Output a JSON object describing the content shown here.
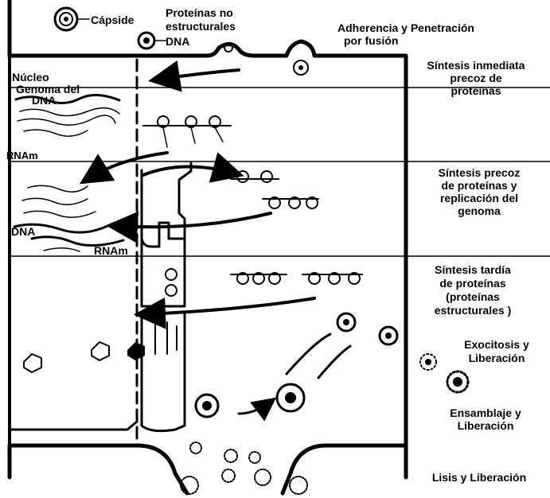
{
  "legend": {
    "capsid_label": "Cápside",
    "nonstructural_line1": "Proteínas no",
    "nonstructural_line2": "estructurales",
    "dna_label": "DNA"
  },
  "stages": {
    "adhesion_line1": "Adherencia y Penetración",
    "adhesion_line2": "por fusión",
    "immediate_line1": "Síntesis inmediata",
    "immediate_line2": "precoz de",
    "immediate_line3": "proteínas",
    "early_line1": "Síntesis precoz",
    "early_line2": "de proteínas y",
    "early_line3": "replicación del",
    "early_line4": "genoma",
    "late_line1": "Síntesis tardía",
    "late_line2": "de proteínas",
    "late_line3": "(proteínas",
    "late_line4": "estructurales )",
    "exocytosis_line1": "Exocitosis y",
    "exocytosis_line2": "Liberación",
    "assembly_line1": "Ensamblaje y",
    "assembly_line2": "Liberación",
    "lysis": "Lisis y Liberación"
  },
  "nucleus": {
    "title": "Núcleo",
    "genome_line1": "Genoma del",
    "genome_line2": "DNA",
    "rnam_top": "RNAm",
    "dna_mid": "DNA",
    "rnam_mid": "RNAm"
  }
}
